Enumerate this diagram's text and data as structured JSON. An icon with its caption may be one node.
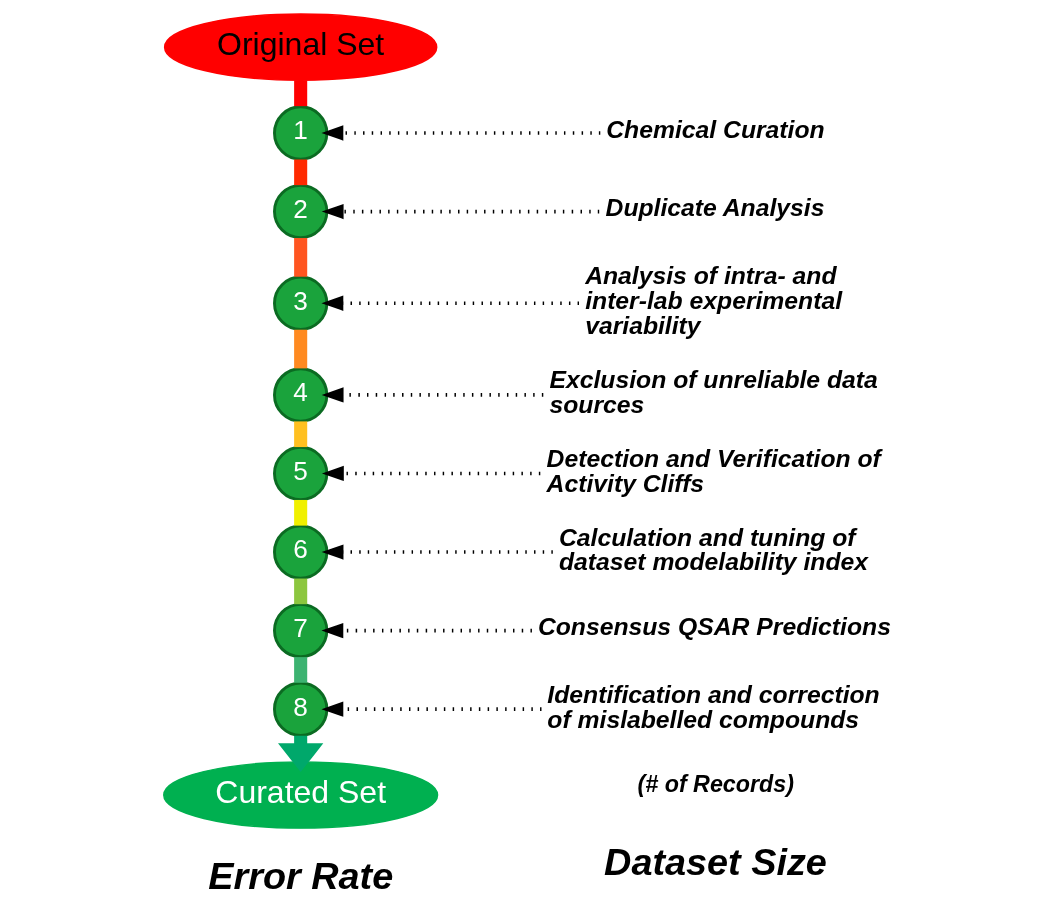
{
  "diagram": {
    "nodes": [
      {
        "text": [
          "Original Set"
        ]
      },
      {
        "text": [
          "1"
        ]
      },
      {
        "text": [
          "2"
        ]
      },
      {
        "text": [
          "3"
        ]
      },
      {
        "text": [
          "4"
        ]
      },
      {
        "text": [
          "5"
        ]
      },
      {
        "text": [
          "6"
        ]
      },
      {
        "text": [
          "7"
        ]
      },
      {
        "text": [
          "8"
        ]
      },
      {
        "text": [
          "Curated Set"
        ]
      },
      {
        "text": [
          "Chemical Curation"
        ]
      },
      {
        "text": [
          "Duplicate Analysis"
        ]
      },
      {
        "text": [
          "Analysis of intra- and inter-lab experimental variability"
        ]
      },
      {
        "text": [
          "Exclusion of unreliable data sources"
        ]
      },
      {
        "text": [
          "Detection and Verification of Activity Cliffs"
        ]
      },
      {
        "text": [
          "Calculation and tuning of dataset modelability index"
        ]
      },
      {
        "text": [
          "Consensus QSAR Predictions"
        ]
      },
      {
        "text": [
          "Identification and correction of mislabelled compounds"
        ]
      }
    ],
    "edges": [
      {
        "from": 0,
        "to": 1,
        "arrow": "none",
        "color": "#ff0000"
      },
      {
        "from": 1,
        "to": 2,
        "arrow": "none",
        "color": "#ff2a00"
      },
      {
        "from": 2,
        "to": 3,
        "arrow": "none",
        "color": "#ff5520"
      },
      {
        "from": 3,
        "to": 4,
        "arrow": "none",
        "color": "#ff8a20"
      },
      {
        "from": 4,
        "to": 5,
        "arrow": "none",
        "color": "#ffc020"
      },
      {
        "from": 5,
        "to": 6,
        "arrow": "none",
        "color": "#f0f000"
      },
      {
        "from": 6,
        "to": 7,
        "arrow": "none",
        "color": "#8cc63f"
      },
      {
        "from": 7,
        "to": 8,
        "arrow": "none",
        "color": "#3cb371"
      },
      {
        "from": 8,
        "to": 9,
        "arrow": "to",
        "color": "#00a86b"
      },
      {
        "from": 10,
        "to": 1,
        "arrow": "to",
        "style": "dashed"
      },
      {
        "from": 11,
        "to": 2,
        "arrow": "to",
        "style": "dashed"
      },
      {
        "from": 12,
        "to": 3,
        "arrow": "to",
        "style": "dashed"
      },
      {
        "from": 13,
        "to": 4,
        "arrow": "to",
        "style": "dashed"
      },
      {
        "from": 14,
        "to": 5,
        "arrow": "to",
        "style": "dashed"
      },
      {
        "from": 15,
        "to": 6,
        "arrow": "to",
        "style": "dashed"
      },
      {
        "from": 16,
        "to": 7,
        "arrow": "to",
        "style": "dashed"
      },
      {
        "from": 17,
        "to": 8,
        "arrow": "to",
        "style": "dashed"
      }
    ],
    "labels": [
      "Error Rate",
      "Dataset Size",
      "(# of Records)"
    ]
  }
}
